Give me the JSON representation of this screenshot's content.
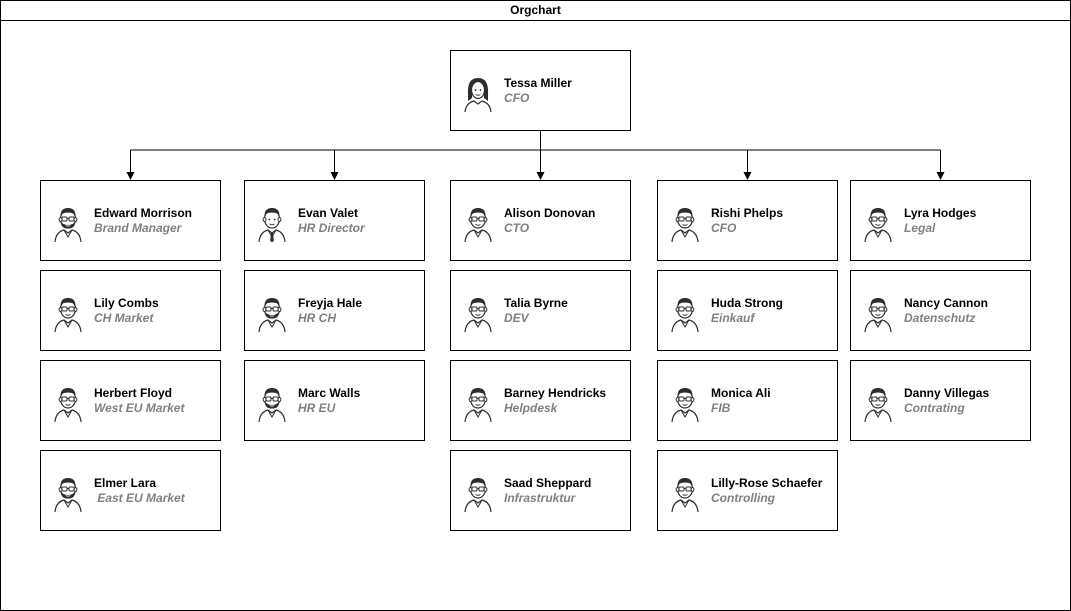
{
  "diagram": {
    "title": "Orgchart",
    "root": {
      "name": "Tessa Miller",
      "role": "CFO",
      "avatar": "female-avatar-icon"
    },
    "columns": [
      {
        "members": [
          {
            "name": "Edward Morrison",
            "role": "Brand Manager",
            "avatar": "bearded-man-glasses-icon"
          },
          {
            "name": "Lily Combs",
            "role": "CH Market",
            "avatar": "man-glasses-icon"
          },
          {
            "name": "Herbert Floyd",
            "role": "West EU Market",
            "avatar": "man-glasses-icon"
          },
          {
            "name": "Elmer Lara",
            "role": " East EU Market",
            "avatar": "bearded-man-glasses-icon"
          }
        ]
      },
      {
        "members": [
          {
            "name": "Evan Valet",
            "role": "HR Director",
            "avatar": "man-tie-icon"
          },
          {
            "name": "Freyja Hale",
            "role": "HR CH",
            "avatar": "bearded-man-glasses-icon"
          },
          {
            "name": "Marc Walls",
            "role": "HR EU",
            "avatar": "bearded-man-glasses-icon"
          }
        ]
      },
      {
        "members": [
          {
            "name": "Alison Donovan",
            "role": "CTO",
            "avatar": "man-glasses-icon"
          },
          {
            "name": "Talia Byrne",
            "role": "DEV",
            "avatar": "man-glasses-icon"
          },
          {
            "name": "Barney Hendricks",
            "role": "Helpdesk",
            "avatar": "man-glasses-icon"
          },
          {
            "name": "Saad Sheppard",
            "role": "Infrastruktur",
            "avatar": "man-glasses-icon"
          }
        ]
      },
      {
        "members": [
          {
            "name": "Rishi Phelps",
            "role": "CFO",
            "avatar": "man-glasses-icon"
          },
          {
            "name": "Huda Strong",
            "role": "Einkauf",
            "avatar": "man-glasses-icon"
          },
          {
            "name": "Monica Ali",
            "role": "FIB",
            "avatar": "man-glasses-icon"
          },
          {
            "name": "Lilly-Rose Schaefer",
            "role": "Controlling",
            "avatar": "man-glasses-icon"
          }
        ]
      },
      {
        "members": [
          {
            "name": "Lyra Hodges",
            "role": "Legal",
            "avatar": "man-glasses-icon"
          },
          {
            "name": "Nancy Cannon",
            "role": "Datenschutz",
            "avatar": "man-glasses-icon"
          },
          {
            "name": "Danny Villegas",
            "role": "Contrating",
            "avatar": "man-glasses-icon"
          }
        ]
      }
    ]
  },
  "colors": {
    "border": "#000000",
    "role_text": "#808080",
    "avatar_stroke": "#2d2d2d"
  }
}
